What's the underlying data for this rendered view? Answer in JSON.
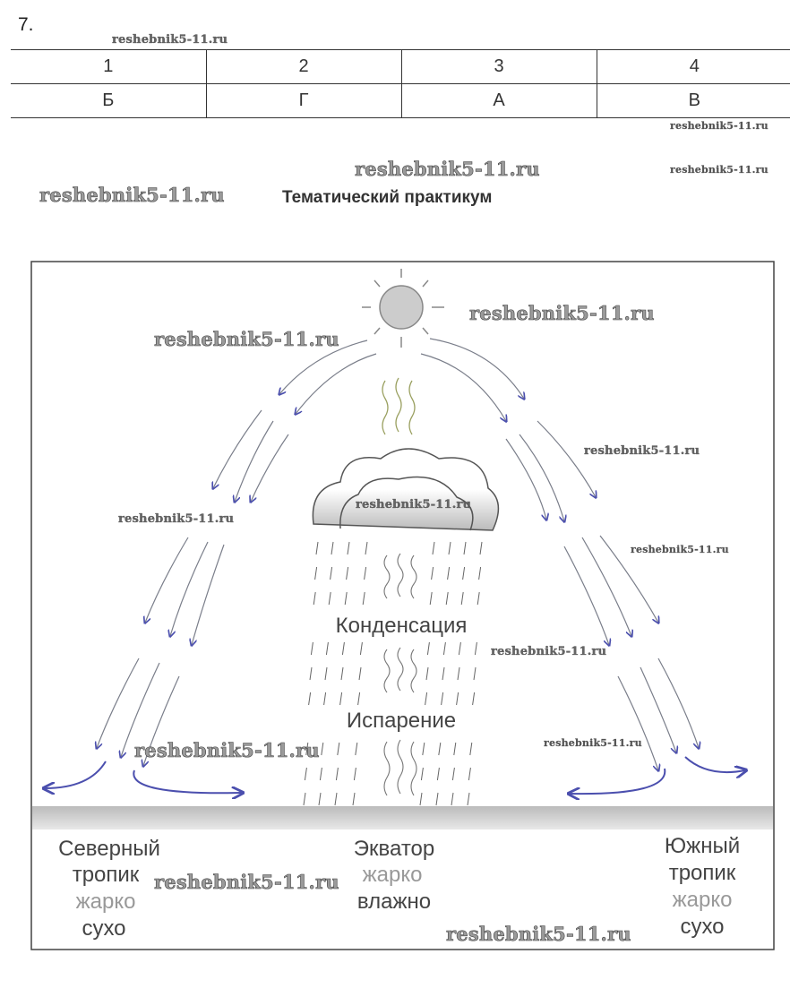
{
  "task_number": "7.",
  "answer_table": {
    "headers": [
      "1",
      "2",
      "3",
      "4"
    ],
    "answers": [
      "Б",
      "Г",
      "А",
      "В"
    ]
  },
  "subtitle": "Тематический практикум",
  "watermark": "reshebnik5-11.ru",
  "diagram": {
    "process_labels": {
      "condensation": "Конденсация",
      "evaporation": "Испарение"
    },
    "zones": [
      {
        "name": "Северный",
        "name2": "тропик",
        "temp": "жарко",
        "humidity": "сухо"
      },
      {
        "name": "Экватор",
        "temp": "жарко",
        "humidity": "влажно"
      },
      {
        "name": "Южный",
        "name2": "тропик",
        "temp": "жарко",
        "humidity": "сухо"
      }
    ],
    "colors": {
      "arrow": "#4b4fae",
      "arrow_thin": "#6b6f8a",
      "heat_wave": "#9aa060",
      "ground": "#aaaaaa"
    }
  }
}
